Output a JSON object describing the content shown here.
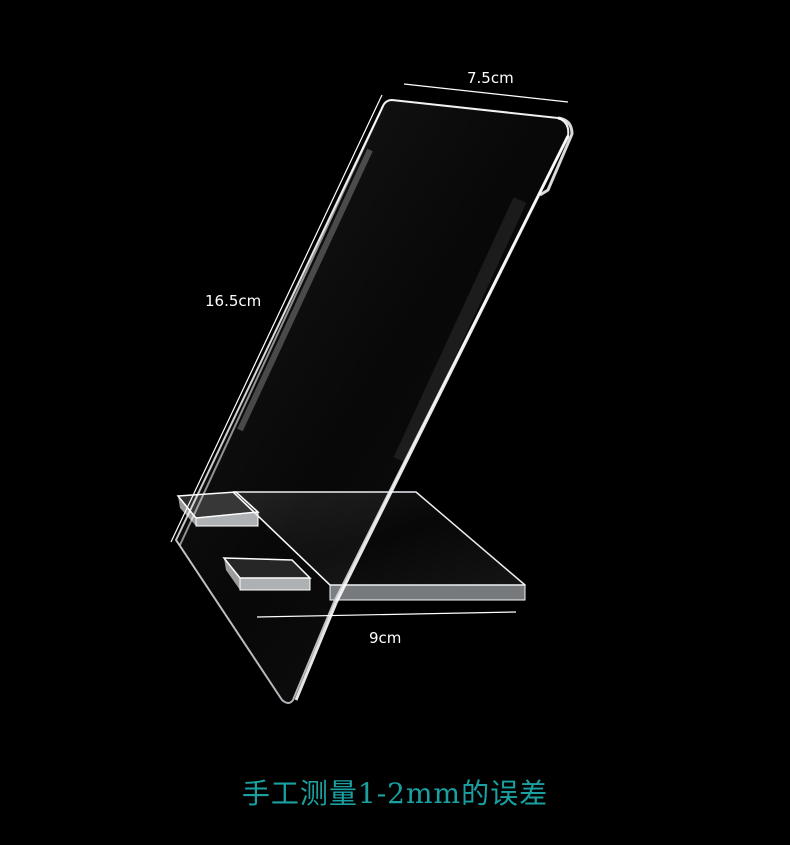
{
  "product": {
    "name": "acrylic-phone-stand",
    "background_color": "#000000"
  },
  "dimensions": {
    "width_label": "7.5cm",
    "height_label": "16.5cm",
    "depth_label": "9cm"
  },
  "caption": {
    "text": "手工测量1-2mm的误差",
    "color": "#1aa0a0"
  }
}
